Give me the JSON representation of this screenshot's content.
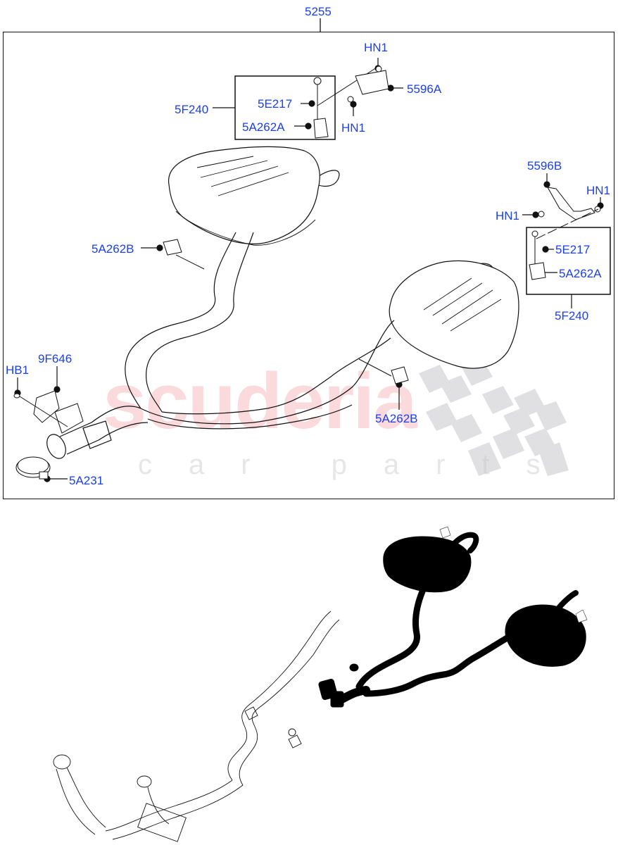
{
  "diagram": {
    "title_ref": "5255",
    "colors": {
      "callout_text": "#1a3ff0",
      "line": "#111111",
      "watermark_main": "#f0969b",
      "watermark_checker": "#c8c8cc",
      "highlight_fill": "#000000"
    },
    "callouts": {
      "top_ref": "5255",
      "hn1_top_a": "HN1",
      "c5596A": "5596A",
      "hn1_top_b": "HN1",
      "c5F240_left": "5F240",
      "c5E217_left": "5E217",
      "c5A262A_left": "5A262A",
      "c5596B": "5596B",
      "hn1_right_a": "HN1",
      "hn1_right_b": "HN1",
      "c5E217_right": "5E217",
      "c5A262A_right": "5A262A",
      "c5F240_right": "5F240",
      "c5A262B_left": "5A262B",
      "c5A262B_right": "5A262B",
      "hb1": "HB1",
      "c9F646": "9F646",
      "c5A231": "5A231"
    },
    "watermark": {
      "main": "scuderia",
      "sub": "car parts"
    }
  }
}
